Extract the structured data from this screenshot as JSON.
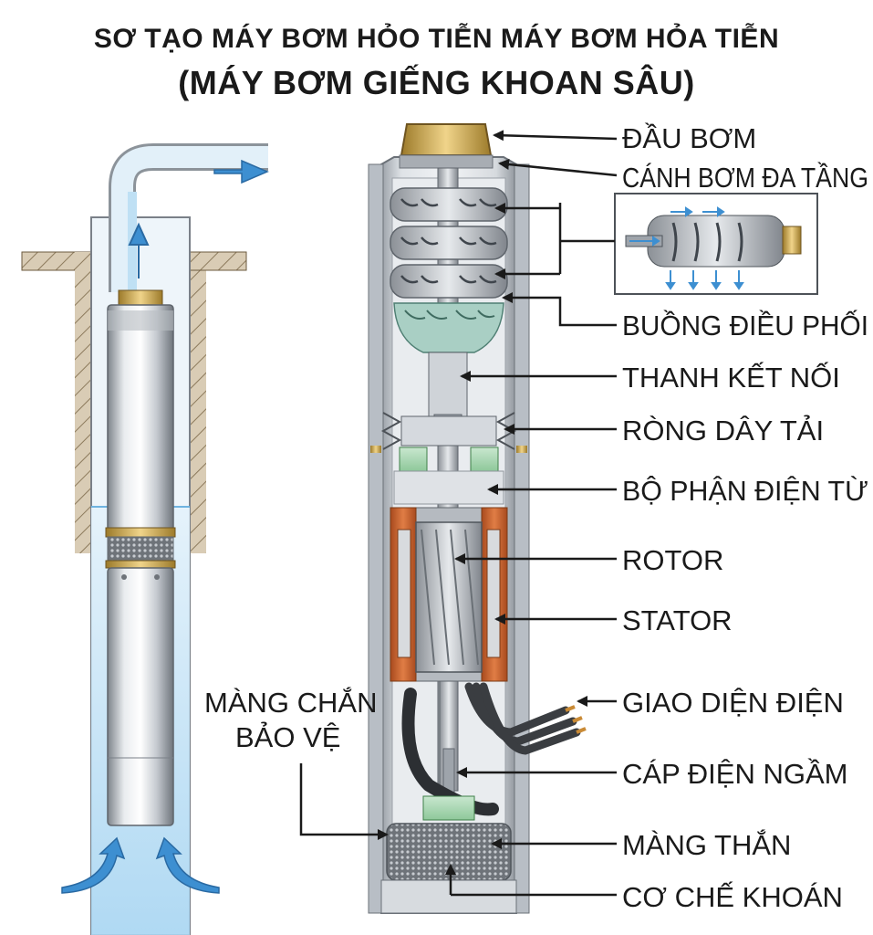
{
  "title_line1": "SƠ TẠO MÁY BƠM HỎO TIỄN  MÁY BƠM HỎA TIỄN",
  "title_line2": "(MÁY BƠM GIẾNG KHOAN SÂU)",
  "labels": {
    "dau_bom": "ĐẦU BƠM",
    "canh_bom": "CÁNH BƠM ĐA TẦNG",
    "buong": "BUỒNG ĐIỀU PHỐI",
    "thanh": "THANH KẾT NỐI",
    "rong": "RÒNG DÂY TẢI",
    "bo_phan": "BỘ PHẬN ĐIỆN TỪ",
    "rotor": "ROTOR",
    "stator": "STATOR",
    "giao_dien": "GIAO DIỆN ĐIỆN",
    "cap": "CÁP ĐIỆN NGẦM",
    "mang_than": "MÀNG THẮN",
    "co_che": "CƠ CHẾ KHOÁN",
    "mang_chan_1": "MÀNG CHẮN",
    "mang_chan_2": "BẢO VỆ"
  },
  "colors": {
    "brass": "#c9a24a",
    "water": "#bfe1f5",
    "flow_arrow": "#3d8fd1",
    "copper": "#c8632e",
    "green_seal": "#5fae63",
    "steel": "#c9ced4"
  }
}
